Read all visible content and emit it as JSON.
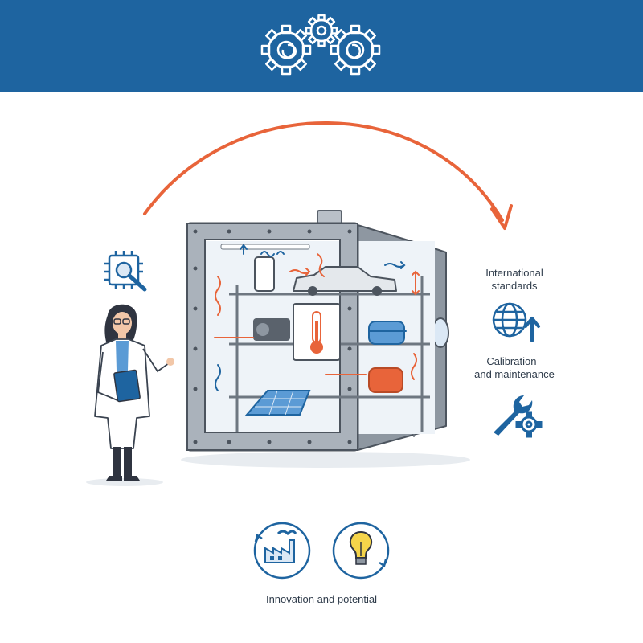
{
  "labels": {
    "standards_line1": "International",
    "standards_line2": "standards",
    "calibration_line1": "Calibration–",
    "calibration_line2": "and maintenance",
    "innovation": "Innovation and potential"
  },
  "colors": {
    "header": "#1e64a0",
    "accent_orange": "#e8643a",
    "accent_blue": "#1e64a0",
    "chamber_steel": "#9aa3ad"
  },
  "icons": [
    "gears-icon",
    "chip-magnifier-icon",
    "globe-upload-icon",
    "wrench-gear-icon",
    "factory-cycle-icon",
    "lightbulb-cycle-icon",
    "thermometer-icon"
  ]
}
